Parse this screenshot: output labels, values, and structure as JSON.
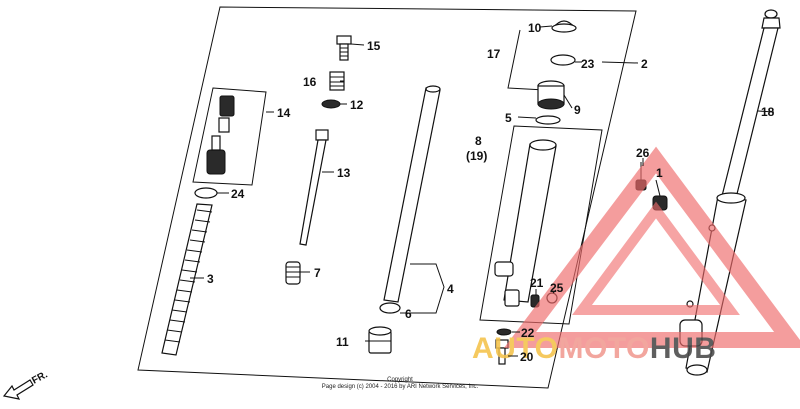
{
  "diagram": {
    "callouts": [
      {
        "id": "c15",
        "label": "15"
      },
      {
        "id": "c16",
        "label": "16"
      },
      {
        "id": "c12",
        "label": "12"
      },
      {
        "id": "c14",
        "label": "14"
      },
      {
        "id": "c24",
        "label": "24"
      },
      {
        "id": "c13",
        "label": "13"
      },
      {
        "id": "c3",
        "label": "3"
      },
      {
        "id": "c7",
        "label": "7"
      },
      {
        "id": "c4",
        "label": "4"
      },
      {
        "id": "c6",
        "label": "6"
      },
      {
        "id": "c11",
        "label": "11"
      },
      {
        "id": "c10",
        "label": "10"
      },
      {
        "id": "c17",
        "label": "17"
      },
      {
        "id": "c23",
        "label": "23"
      },
      {
        "id": "c2",
        "label": "2"
      },
      {
        "id": "c5",
        "label": "5"
      },
      {
        "id": "c9",
        "label": "9"
      },
      {
        "id": "c8",
        "label": "8"
      },
      {
        "id": "c19",
        "label": "(19)"
      },
      {
        "id": "c26",
        "label": "26"
      },
      {
        "id": "c1",
        "label": "1"
      },
      {
        "id": "c21",
        "label": "21"
      },
      {
        "id": "c25",
        "label": "25"
      },
      {
        "id": "c22",
        "label": "22"
      },
      {
        "id": "c20",
        "label": "20"
      },
      {
        "id": "c18",
        "label": "18"
      }
    ],
    "direction_label": "FR.",
    "copyright_line1": "Copyright",
    "copyright_line2": "Page design (c) 2004 - 2016 by ARI Network Services, Inc."
  },
  "watermark": {
    "part1": "AUTO",
    "part2": "MOTO",
    "part3": "HUB",
    "colors": {
      "auto": "#f4c24a",
      "moto": "#f19a91",
      "hub": "#4a4a4a",
      "triangle": "#ef6b6b"
    }
  }
}
